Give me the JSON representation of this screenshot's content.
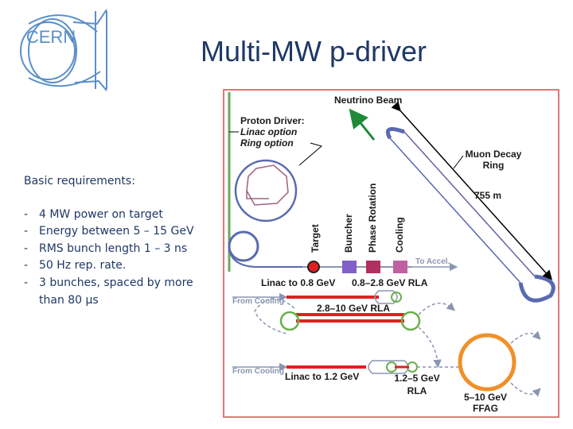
{
  "logo": {
    "text": "CERN",
    "color": "#5a8fc8"
  },
  "title": "Multi-MW p-driver",
  "requirements": {
    "heading": "Basic requirements:",
    "items": [
      "4 MW power on target",
      "Energy between 5 – 15 GeV",
      "RMS bunch length 1 – 3 ns",
      "50 Hz rep. rate.",
      "3 bunches, spaced by more than 80 µs"
    ]
  },
  "diagram": {
    "neutrino_beam": "Neutrino Beam",
    "proton_driver": "Proton Driver:",
    "linac_option": "Linac option",
    "ring_option": "Ring option",
    "muon_decay_ring_1": "Muon Decay",
    "muon_decay_ring_2": "Ring",
    "ring_length": "755 m",
    "target": "Target",
    "buncher": "Buncher",
    "phase_rotation": "Phase Rotation",
    "cooling": "Cooling",
    "to_accel": "To Accel.",
    "linac_08": "Linac to 0.8 GeV",
    "rla_08_28": "0.8–2.8 GeV RLA",
    "from_cooling_1": "From Cooling",
    "rla_28_10": "2.8–10 GeV RLA",
    "from_cooling_2": "From Cooling",
    "linac_12": "Linac to 1.2 GeV",
    "rla_12_5_a": "1.2–5 GeV",
    "rla_12_5_b": "RLA",
    "ffag_a": "5–10 GeV",
    "ffag_b": "FFAG"
  },
  "colors": {
    "title": "#1f3864",
    "border": "#d94a4a",
    "beam_red": "#e02020",
    "green_arrow": "#1e8a3a",
    "ffag_orange": "#f0902a",
    "ring_blue": "#5a6ab0",
    "buncher_purple": "#8060c8",
    "phase_rotation_maroon": "#b03060",
    "cooling_magenta": "#c060a0"
  }
}
